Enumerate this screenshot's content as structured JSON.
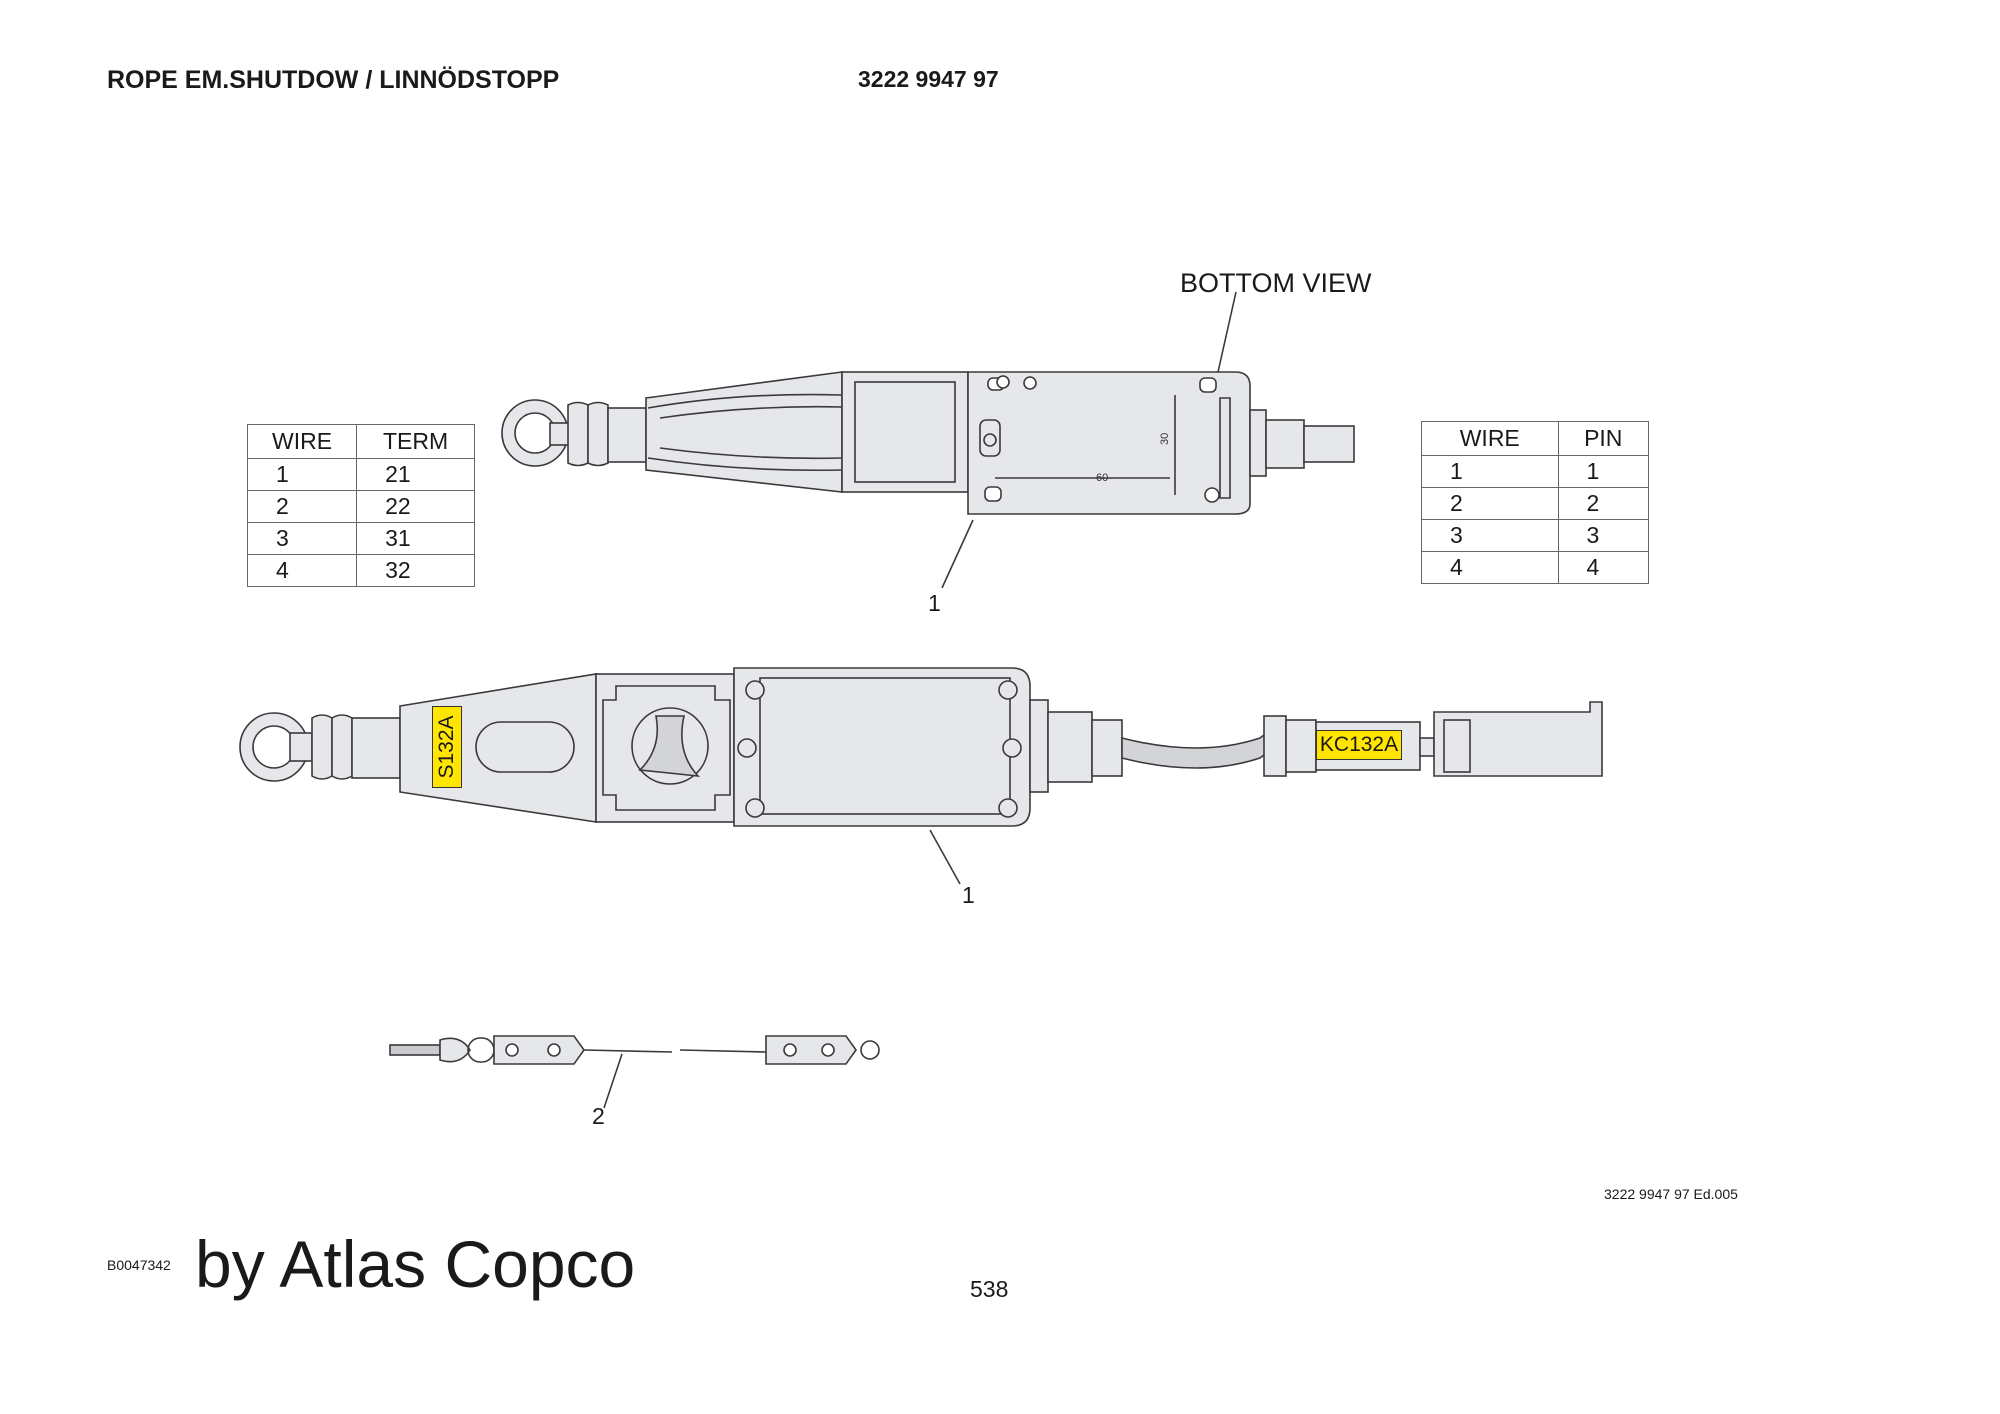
{
  "header": {
    "title": "ROPE EM.SHUTDOW / LINNÖDSTOPP",
    "part_number": "3222 9947 97"
  },
  "left_table": {
    "headers": [
      "WIRE",
      "TERM"
    ],
    "rows": [
      [
        "1",
        "21"
      ],
      [
        "2",
        "22"
      ],
      [
        "3",
        "31"
      ],
      [
        "4",
        "32"
      ]
    ]
  },
  "right_table": {
    "headers": [
      "WIRE",
      "PIN"
    ],
    "rows": [
      [
        "1",
        "1"
      ],
      [
        "2",
        "2"
      ],
      [
        "3",
        "3"
      ],
      [
        "4",
        "4"
      ]
    ]
  },
  "labels": {
    "bottom_view": "BOTTOM VIEW",
    "item_1a": "1",
    "item_1b": "1",
    "item_2": "2",
    "dim_60": "60",
    "dim_30": "30",
    "switch_tag": "S132A",
    "connector_tag": "KC132A"
  },
  "footer": {
    "edition": "3222 9947 97 Ed.005",
    "doc_id": "B0047342",
    "brand": "by Atlas Copco",
    "page_number": "538"
  },
  "colors": {
    "tag_yellow": "#ffe500",
    "part_fill": "#e6e7ea",
    "line": "#3a3a3a"
  }
}
